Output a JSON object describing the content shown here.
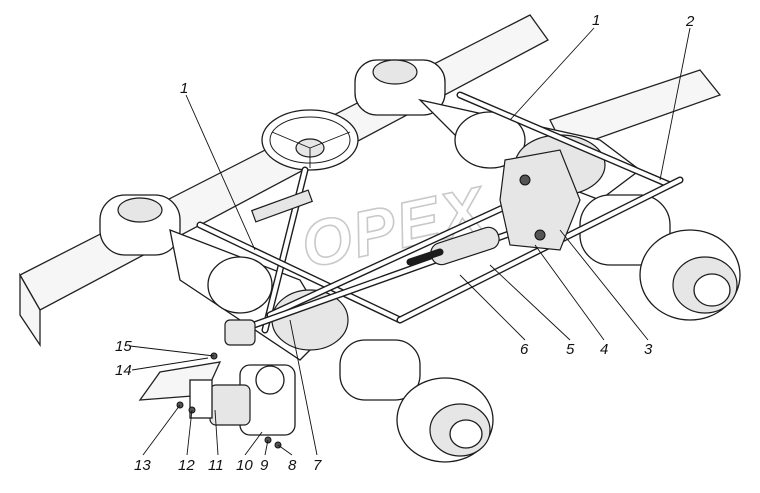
{
  "watermark": "ОРЕХ",
  "callouts": [
    {
      "id": "1a",
      "label": "1"
    },
    {
      "id": "1b",
      "label": "1"
    },
    {
      "id": "2",
      "label": "2"
    },
    {
      "id": "3",
      "label": "3"
    },
    {
      "id": "4",
      "label": "4"
    },
    {
      "id": "5",
      "label": "5"
    },
    {
      "id": "6",
      "label": "6"
    },
    {
      "id": "7",
      "label": "7"
    },
    {
      "id": "8",
      "label": "8"
    },
    {
      "id": "9",
      "label": "9"
    },
    {
      "id": "10",
      "label": "10"
    },
    {
      "id": "11",
      "label": "11"
    },
    {
      "id": "12",
      "label": "12"
    },
    {
      "id": "13",
      "label": "13"
    },
    {
      "id": "14",
      "label": "14"
    },
    {
      "id": "15",
      "label": "15"
    }
  ]
}
